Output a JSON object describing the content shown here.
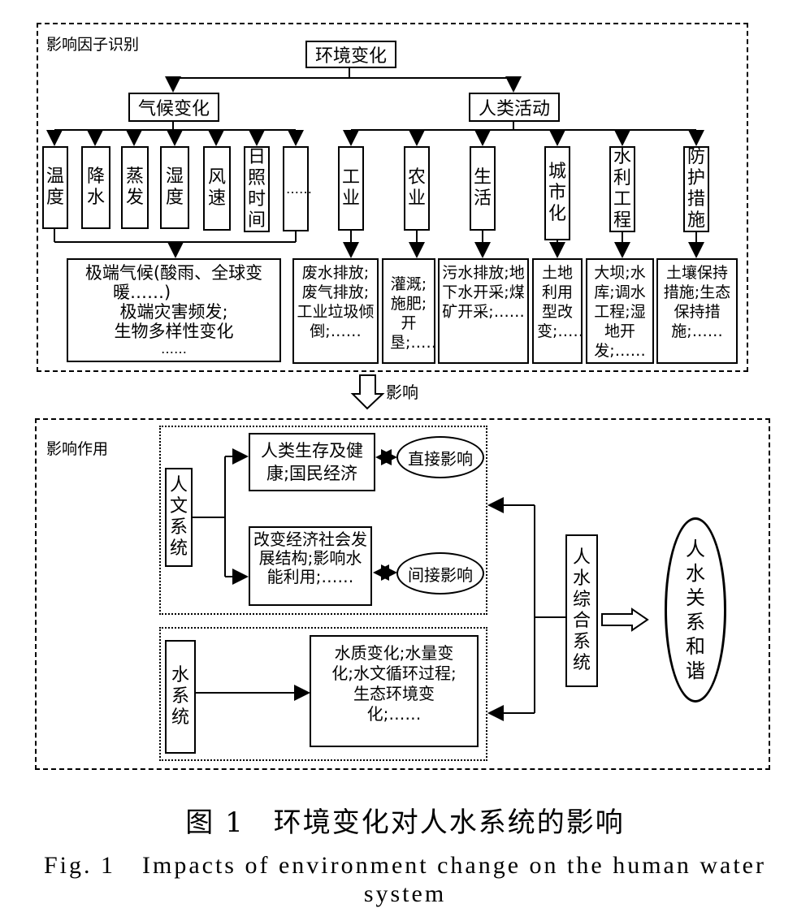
{
  "top_section": {
    "label": "影响因子识别",
    "root": "环境变化",
    "climate": {
      "title": "气候变化",
      "factors": [
        "温度",
        "降水",
        "蒸发",
        "湿度",
        "风速",
        "日照时间",
        "……"
      ],
      "result_lines": [
        "极端气候(酸雨、全球变",
        "暖……)",
        "极端灾害频发;",
        "生物多样性变化",
        "……"
      ]
    },
    "human": {
      "title": "人类活动",
      "factors": [
        "工业",
        "农业",
        "生活",
        "城市化",
        "水利工程",
        "防护措施"
      ],
      "results": [
        "废水排放;废气排放;工业垃圾倾倒;……",
        "灌溉;施肥;开垦;……",
        "污水排放;地下水开采;煤矿开采;……",
        "土地利用型改变;……",
        "大坝;水库;调水工程;湿地开发;……",
        "土壤保持措施;生态保持措施;……"
      ]
    }
  },
  "arrow_label": "影响",
  "bottom_section": {
    "label": "影响作用",
    "humanities_system": "人文系统",
    "effect_1": "人类生存及健康;国民经济",
    "effect_2": "改变经济社会发展结构;影响水能利用;……",
    "direct": "直接影响",
    "indirect": "间接影响",
    "water_system": "水系统",
    "water_effect": "水质变化;水量变化;水文循环过程;生态环境变化;……",
    "integrated": "人水综合系统",
    "harmony": "人水关系和谐"
  },
  "caption": {
    "cn": "图 1　环境变化对人水系统的影响",
    "en": "Fig. 1　Impacts of environment change on the human water system"
  }
}
